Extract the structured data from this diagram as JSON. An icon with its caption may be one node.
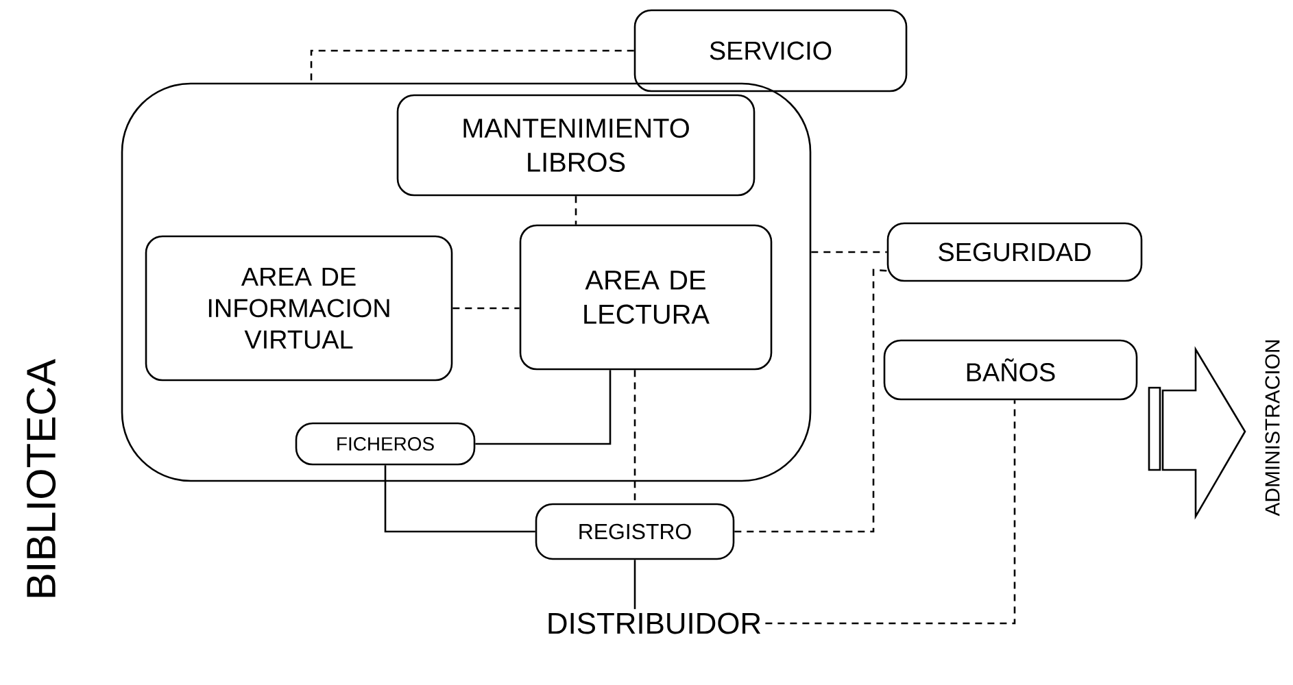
{
  "diagram": {
    "nodes": [
      {
        "text": [
          "BIBLIOTECA"
        ]
      },
      {
        "text": [
          "SERVICIO"
        ]
      },
      {
        "text": [
          "MANTENIMIENTO LIBROS"
        ],
        "in": 0
      },
      {
        "text": [
          "AREA DE INFORMACION VIRTUAL"
        ],
        "in": 0
      },
      {
        "text": [
          "AREA DE LECTURA"
        ],
        "in": 0
      },
      {
        "text": [
          "SEGURIDAD"
        ]
      },
      {
        "text": [
          "BAÑOS"
        ]
      },
      {
        "text": [
          "FICHEROS"
        ],
        "in": 0
      },
      {
        "text": [
          "REGISTRO"
        ]
      },
      {
        "text": [
          "DISTRIBUIDOR"
        ]
      },
      {
        "text": [
          "ADMINISTRACION"
        ]
      }
    ],
    "edges": [
      {
        "from": 1,
        "to": 0,
        "arrow": "none",
        "style": "dashed"
      },
      {
        "from": 2,
        "to": 4,
        "arrow": "none",
        "style": "dashed"
      },
      {
        "from": 3,
        "to": 4,
        "arrow": "none",
        "style": "dashed"
      },
      {
        "from": 0,
        "to": 5,
        "arrow": "none",
        "style": "dashed"
      },
      {
        "from": 8,
        "to": 5,
        "arrow": "none",
        "style": "dashed"
      },
      {
        "from": 4,
        "to": 7,
        "arrow": "none"
      },
      {
        "from": 4,
        "to": 8,
        "arrow": "none",
        "style": "dashed"
      },
      {
        "from": 7,
        "to": 8,
        "arrow": "none"
      },
      {
        "from": 8,
        "to": 9,
        "arrow": "none"
      },
      {
        "from": 9,
        "to": 6,
        "arrow": "none",
        "style": "dashed"
      },
      {
        "from": null,
        "to": 10,
        "arrow": "to"
      }
    ]
  }
}
